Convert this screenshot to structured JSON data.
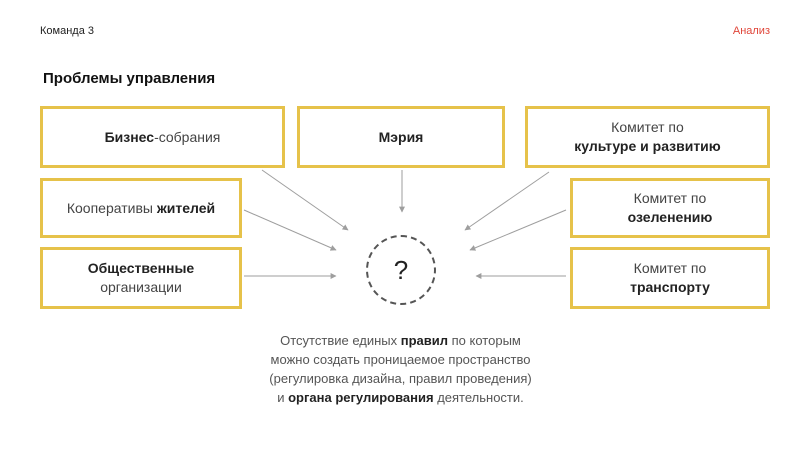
{
  "header": {
    "team": "Команда 3",
    "section": "Анализ"
  },
  "title": "Проблемы управления",
  "boxes": {
    "business": {
      "bold": "Бизнес",
      "rest": "-собрания"
    },
    "mayor": {
      "bold": "Мэрия"
    },
    "culture": {
      "line1": "Комитет по",
      "bold": "культуре и развитию"
    },
    "coop": {
      "plain": "Кооперативы ",
      "bold": "жителей"
    },
    "greening": {
      "line1": "Комитет по",
      "bold": "озеленению"
    },
    "public": {
      "bold": "Общественные",
      "line2": "организации"
    },
    "transport": {
      "line1": "Комитет по",
      "bold": "транспорту"
    }
  },
  "center": {
    "symbol": "?"
  },
  "caption": {
    "p1": "Отсутствие единых ",
    "b1": "правил",
    "p2": " по которым",
    "line2": "можно создать проницаемое пространство",
    "line3": "(регулировка дизайна, правил проведения)",
    "p4": "и ",
    "b2": "органа регулирования",
    "p5": " деятельности."
  },
  "colors": {
    "box_border": "#e6c24a",
    "arrow": "#9e9e9e",
    "section_label": "#e0463a"
  }
}
